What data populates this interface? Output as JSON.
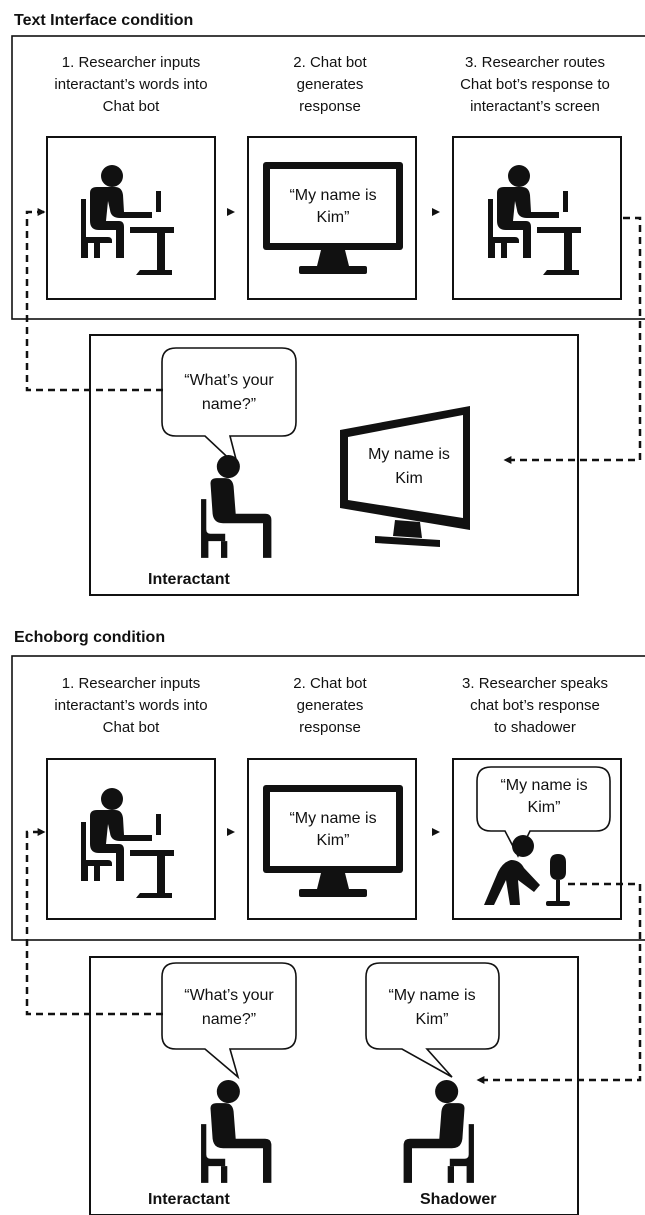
{
  "sections": [
    {
      "title": "Text Interface condition",
      "steps": [
        {
          "lines": [
            "1. Researcher inputs",
            "interactant’s words into",
            "Chat bot"
          ]
        },
        {
          "lines": [
            "2. Chat bot",
            "generates",
            "response"
          ]
        },
        {
          "lines": [
            "3. Researcher routes",
            "Chat bot’s response to",
            "interactant’s screen"
          ]
        }
      ],
      "monitor_text": [
        "“My name is",
        "Kim”"
      ],
      "interactant_bubble": [
        "“What’s your",
        "name?”"
      ],
      "screen_text": [
        "My name is",
        "Kim"
      ],
      "interactant_label": "Interactant"
    },
    {
      "title": "Echoborg condition",
      "steps": [
        {
          "lines": [
            "1. Researcher inputs",
            "interactant’s words into",
            "Chat bot"
          ]
        },
        {
          "lines": [
            "2. Chat bot",
            "generates",
            "response"
          ]
        },
        {
          "lines": [
            "3. Researcher speaks",
            "chat bot’s response",
            "to shadower"
          ]
        }
      ],
      "monitor_text": [
        "“My name is",
        "Kim”"
      ],
      "researcher_bubble": [
        "“My name is",
        "Kim”"
      ],
      "interactant_bubble": [
        "“What’s your",
        "name?”"
      ],
      "shadower_bubble": [
        "“My name is",
        "Kim”"
      ],
      "interactant_label": "Interactant",
      "shadower_label": "Shadower"
    }
  ]
}
